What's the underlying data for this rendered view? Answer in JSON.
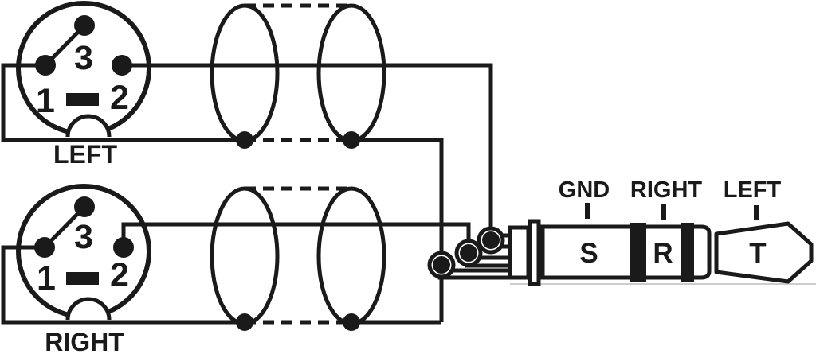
{
  "colors": {
    "ink": "#1a1a1a",
    "background": "#ffffff",
    "shadow": "#cccccc"
  },
  "xlr_left": {
    "label": "LEFT",
    "pin_1": "1",
    "pin_2": "2",
    "pin_3": "3"
  },
  "xlr_right": {
    "label": "RIGHT",
    "pin_1": "1",
    "pin_2": "2",
    "pin_3": "3"
  },
  "plug": {
    "sleeve": "S",
    "ring": "R",
    "tip": "T",
    "sleeve_label": "GND",
    "ring_label": "RIGHT",
    "tip_label": "LEFT"
  }
}
